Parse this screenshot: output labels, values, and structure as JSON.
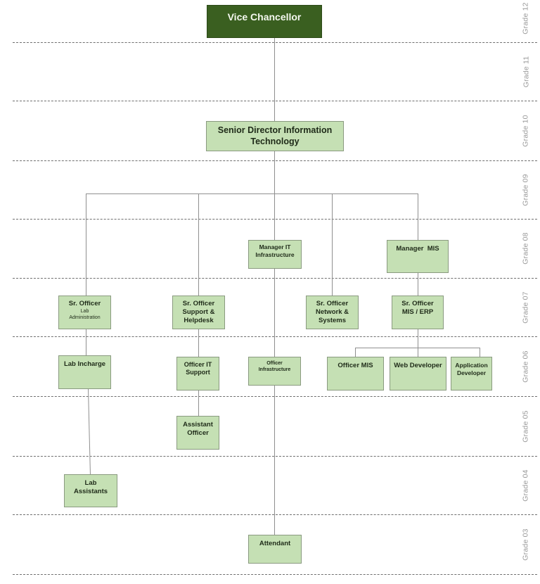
{
  "title": "IT Department Organogram",
  "colors": {
    "top_box_fill": "#3a5f20",
    "box_fill": "#c5e0b4",
    "box_border": "#8a9a80",
    "grade_label": "#9a9a9a",
    "connector": "#8f8f8f"
  },
  "grades": [
    {
      "label": "Grade 12"
    },
    {
      "label": "Grade 11"
    },
    {
      "label": "Grade 10"
    },
    {
      "label": "Grade 09"
    },
    {
      "label": "Grade 08"
    },
    {
      "label": "Grade 07"
    },
    {
      "label": "Grade 06"
    },
    {
      "label": "Grade 05"
    },
    {
      "label": "Grade 04"
    },
    {
      "label": "Grade 03"
    }
  ],
  "positions": {
    "vice_chancellor": {
      "title": "Vice Chancellor",
      "grade": "Grade 12"
    },
    "senior_director": {
      "line1": "Senior Director Information",
      "line2": "Technology",
      "grade": "Grade 10"
    },
    "manager_it_infra": {
      "line1": "Manager IT",
      "line2": "Infrastructure",
      "grade": "Grade 08"
    },
    "manager_mis": {
      "title": "Manager  MIS",
      "grade": "Grade 08"
    },
    "sr_officer_lab": {
      "line1": "Sr. Officer",
      "line2": "Lab",
      "line3": "Administration",
      "grade": "Grade 07"
    },
    "sr_officer_support": {
      "line1": "Sr. Officer",
      "line2": "Support &",
      "line3": "Helpdesk",
      "grade": "Grade 07"
    },
    "sr_officer_network": {
      "line1": "Sr. Officer",
      "line2": "Network &",
      "line3": "Systems",
      "grade": "Grade 07"
    },
    "sr_officer_mis_erp": {
      "line1": "Sr. Officer",
      "line2": "MIS / ERP",
      "grade": "Grade 07"
    },
    "lab_incharge": {
      "title": "Lab Incharge",
      "grade": "Grade 06"
    },
    "officer_it_support": {
      "line1": "Officer IT",
      "line2": "Support",
      "grade": "Grade 06"
    },
    "officer_infra": {
      "line1": "Officer",
      "line2": "Infrastructure",
      "grade": "Grade 06"
    },
    "officer_mis": {
      "title": "Officer MIS",
      "grade": "Grade 06"
    },
    "web_developer": {
      "title": "Web Developer",
      "grade": "Grade 06"
    },
    "application_developer": {
      "line1": "Application",
      "line2": "Developer",
      "grade": "Grade 06"
    },
    "assistant_officer": {
      "line1": "Assistant",
      "line2": "Officer",
      "grade": "Grade 05"
    },
    "lab_assistants": {
      "line1": "Lab",
      "line2": "Assistants",
      "grade": "Grade 04"
    },
    "attendant": {
      "title": "Attendant",
      "grade": "Grade 03"
    }
  }
}
